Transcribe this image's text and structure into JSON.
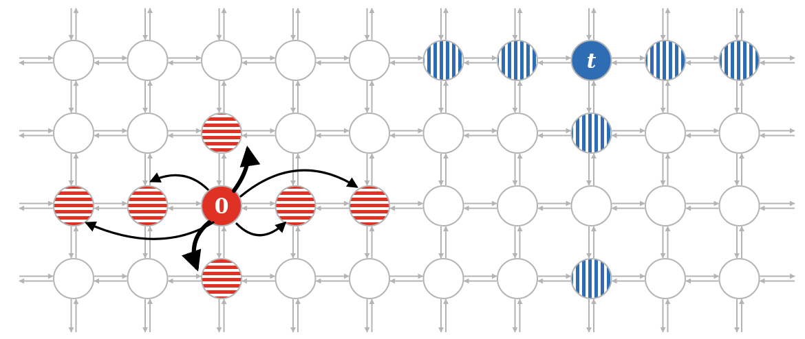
{
  "diagram": {
    "rows": 4,
    "cols": 10,
    "source": {
      "label": "0",
      "row": 2,
      "col": 2,
      "fill": "#e03224"
    },
    "target": {
      "label": "t",
      "row": 0,
      "col": 7,
      "fill": "#2e6db4"
    },
    "red_striped": [
      [
        1,
        2
      ],
      [
        2,
        0
      ],
      [
        2,
        1
      ],
      [
        2,
        3
      ],
      [
        2,
        4
      ],
      [
        3,
        2
      ]
    ],
    "blue_striped": [
      [
        0,
        5
      ],
      [
        0,
        6
      ],
      [
        0,
        8
      ],
      [
        0,
        9
      ],
      [
        1,
        7
      ],
      [
        3,
        7
      ]
    ],
    "jumps": [
      {
        "to": [
          1,
          2
        ],
        "weight": "heavy"
      },
      {
        "to": [
          2,
          1
        ],
        "weight": "thin"
      },
      {
        "to": [
          2,
          0
        ],
        "weight": "thin"
      },
      {
        "to": [
          2,
          3
        ],
        "weight": "thin"
      },
      {
        "to": [
          2,
          4
        ],
        "weight": "thin"
      },
      {
        "to": [
          3,
          2
        ],
        "weight": "heavy"
      }
    ],
    "colors": {
      "edge": "#b4b4b4",
      "node_stroke": "#b4b4b4",
      "red": "#e03224",
      "blue": "#2e6db4",
      "arrow": "#000000"
    }
  }
}
